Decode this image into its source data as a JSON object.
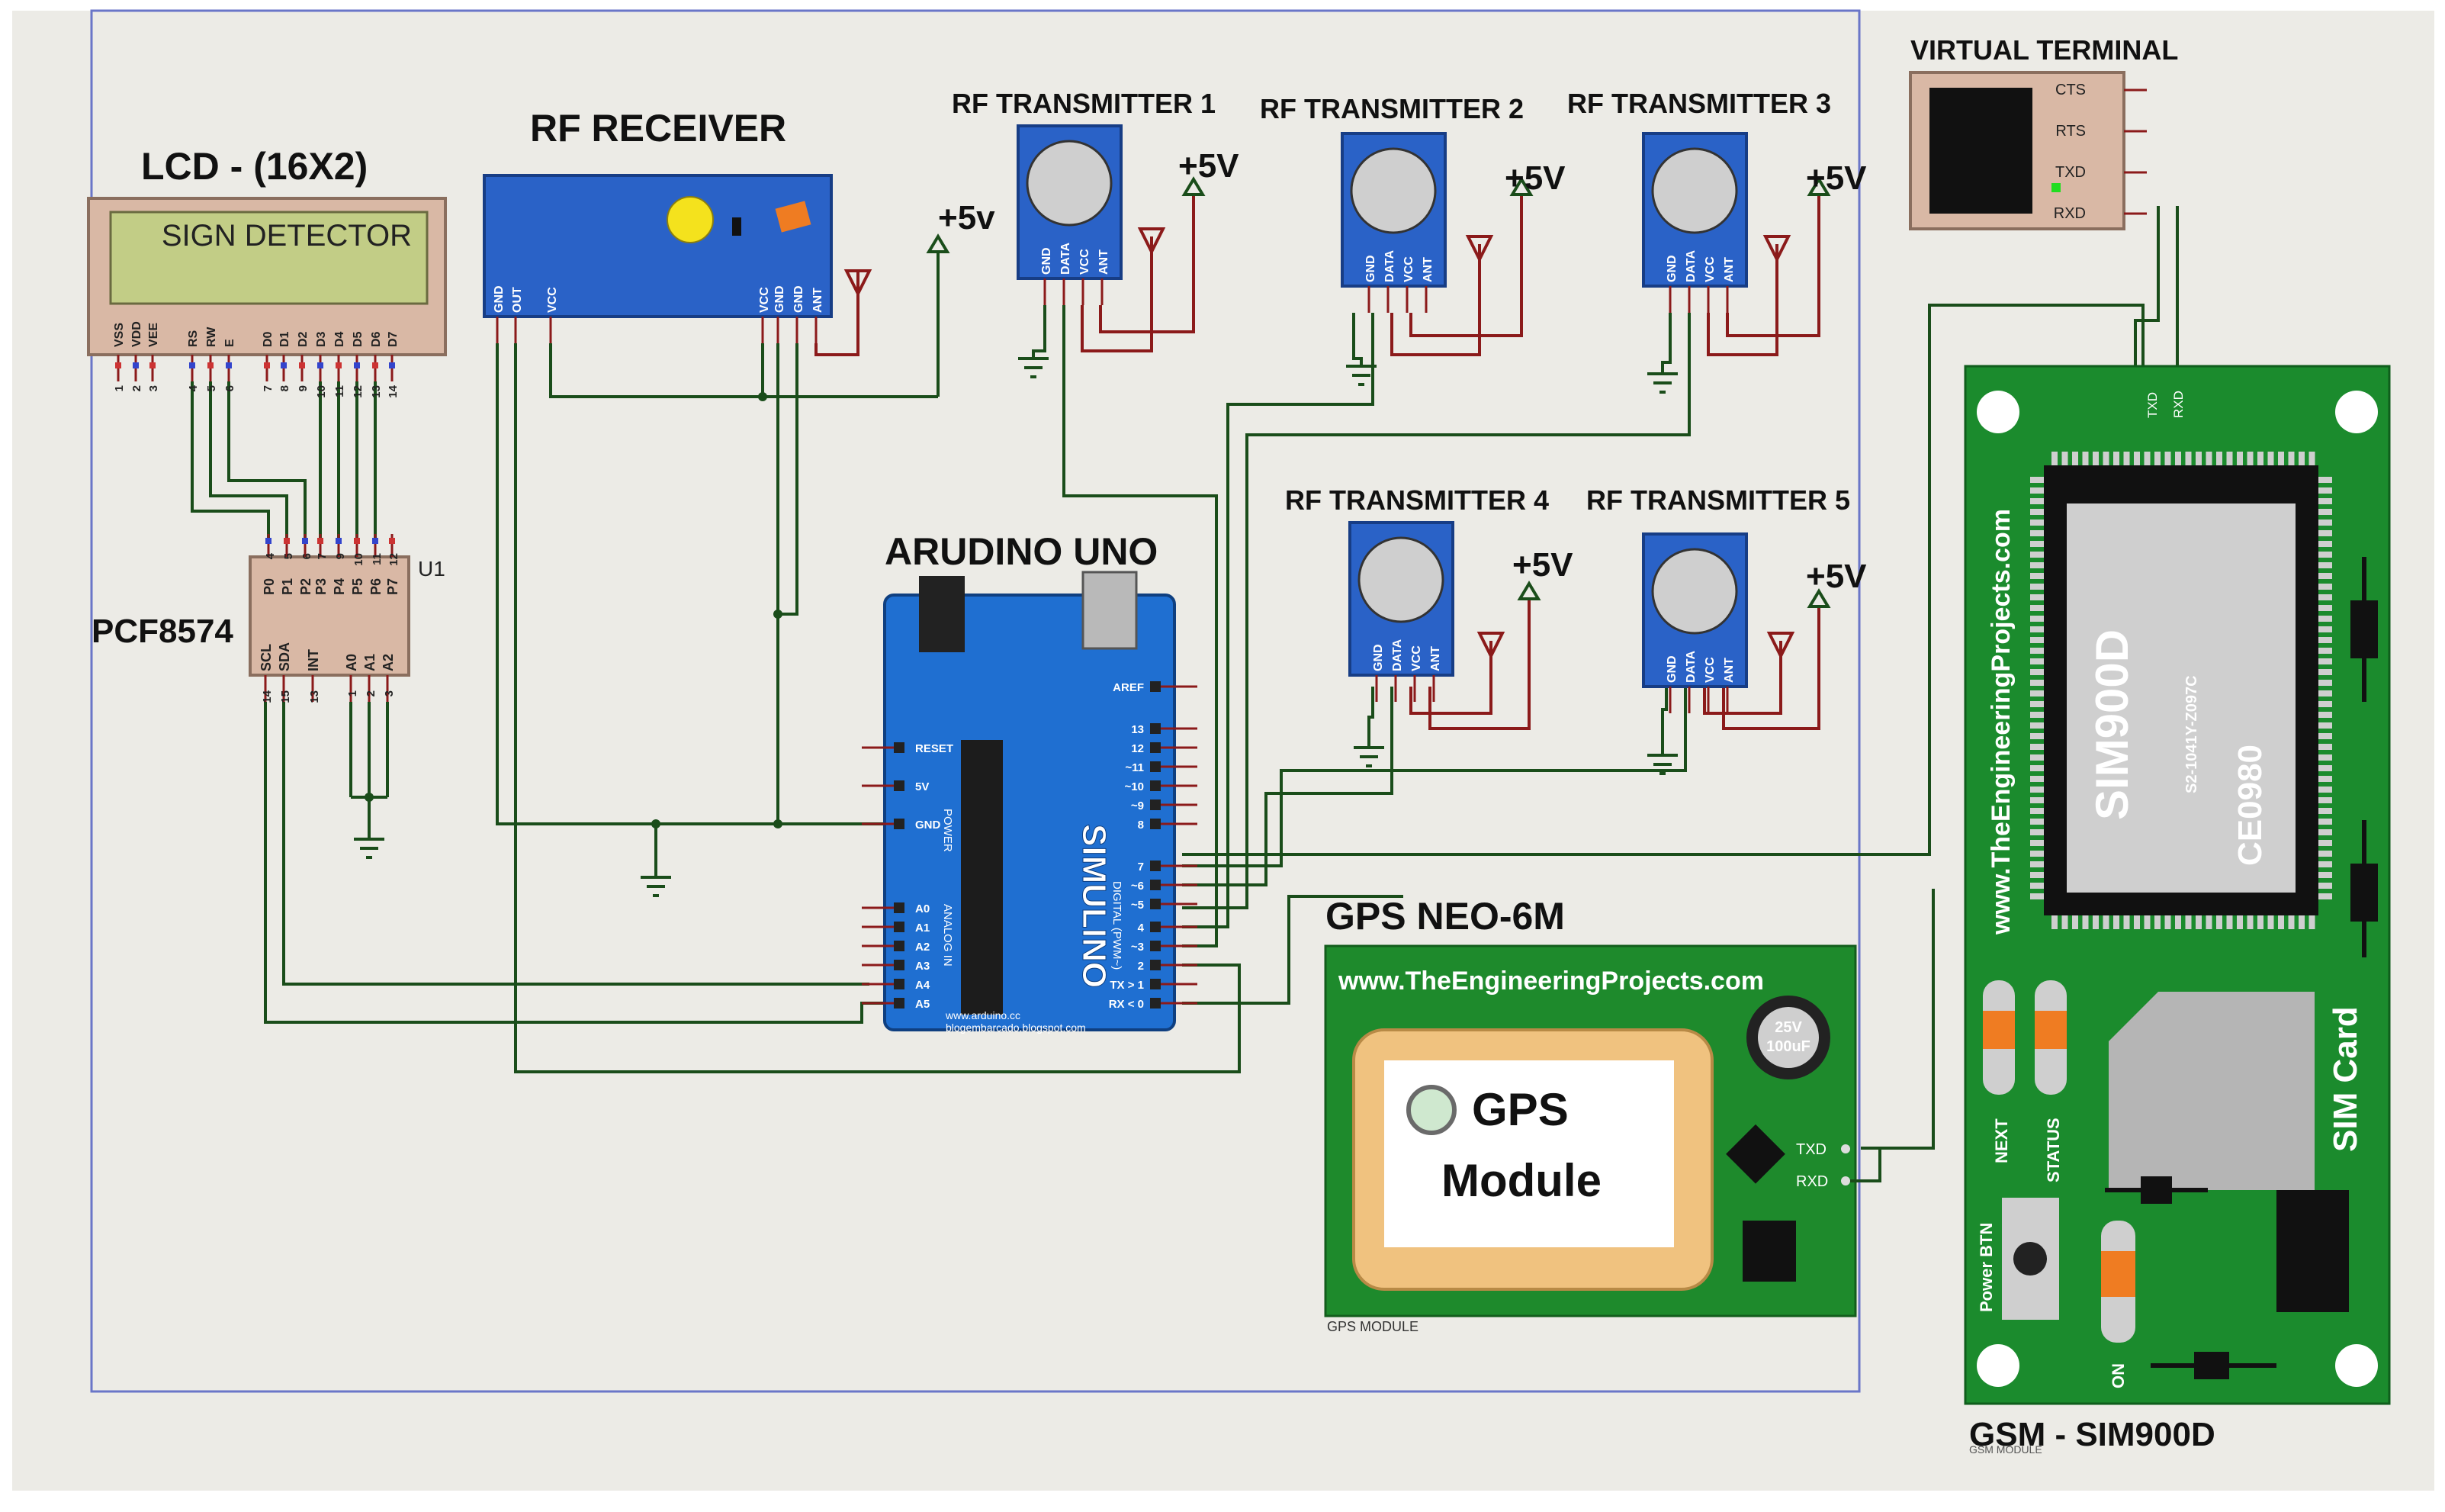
{
  "labels": {
    "lcd": "LCD - (16X2)",
    "rf_receiver": "RF RECEIVER",
    "tx1": "RF TRANSMITTER 1",
    "tx2": "RF TRANSMITTER 2",
    "tx3": "RF TRANSMITTER 3",
    "tx4": "RF TRANSMITTER 4",
    "tx5": "RF TRANSMITTER 5",
    "virtual_terminal": "VIRTUAL TERMINAL",
    "arduino": "ARUDINO UNO",
    "pcf": "PCF8574",
    "u1": "U1",
    "gps": "GPS NEO-6M",
    "gps_small": "GPS MODULE",
    "gsm": "GSM - SIM900D",
    "plus5v_lower": "+5v",
    "plus5v": "+5V"
  },
  "lcd": {
    "display_text": "SIGN DETECTOR",
    "pins": [
      "VSS",
      "VDD",
      "VEE",
      "RS",
      "RW",
      "E",
      "D0",
      "D1",
      "D2",
      "D3",
      "D4",
      "D5",
      "D6",
      "D7"
    ],
    "pin_numbers": [
      "1",
      "2",
      "3",
      "4",
      "5",
      "6",
      "7",
      "8",
      "9",
      "10",
      "11",
      "12",
      "13",
      "14"
    ]
  },
  "receiver_pins_left": [
    "GND",
    "OUT",
    "VCC"
  ],
  "receiver_pins_right": [
    "VCC",
    "GND",
    "GND",
    "ANT"
  ],
  "transmitter_pins": [
    "GND",
    "DATA",
    "VCC",
    "ANT"
  ],
  "terminal_pins": [
    "CTS",
    "RTS",
    "TXD",
    "RXD"
  ],
  "pcf_top_pins": [
    "P0",
    "P1",
    "P2",
    "P3",
    "P4",
    "P5",
    "P6",
    "P7"
  ],
  "pcf_top_numbers": [
    "4",
    "5",
    "6",
    "7",
    "9",
    "10",
    "11",
    "12"
  ],
  "pcf_bottom_pins": [
    "SCL",
    "SDA",
    "INT",
    "A0",
    "A1",
    "A2"
  ],
  "pcf_bottom_numbers": [
    "14",
    "15",
    "13",
    "1",
    "2",
    "3"
  ],
  "arduino": {
    "brand": "SIMULINO",
    "left_pins": [
      "RESET",
      "5V",
      "GND",
      "A0",
      "A1",
      "A2",
      "A3",
      "A4",
      "A5"
    ],
    "right_pins": [
      "AREF",
      "13",
      "12",
      "~11",
      "~10",
      "~9",
      "8",
      "7",
      "~6",
      "~5",
      "4",
      "~3",
      "2",
      "TX > 1",
      "RX < 0"
    ],
    "left_section": "POWER",
    "analog_section": "ANALOG IN",
    "digital_section": "DIGITAL (PWM~)",
    "url": "www.arduino.cc",
    "blog": "blogembarcado.blogspot.com"
  },
  "gps_module": {
    "site": "www.TheEngineeringProjects.com",
    "title_line1": "GPS",
    "title_line2": "Module",
    "cap_line1": "25V",
    "cap_line2": "100uF",
    "pins": [
      "TXD",
      "RXD"
    ]
  },
  "gsm_module": {
    "site": "www.TheEngineeringProjects.com",
    "chip_model": "SIM900D",
    "chip_code": "S2-1041Y-Z097C",
    "chip_mark": "CE0980",
    "sim_label": "SIM Card",
    "next_label": "NEXT",
    "status_label": "STATUS",
    "power_label": "Power BTN",
    "on_label": "ON",
    "pins": [
      "TXD",
      "RXD"
    ],
    "small_label": "GSM MODULE"
  },
  "colors": {
    "wire": "#1a4d1a",
    "pin_red": "#b22222",
    "lcd_frame": "#d9b8a5",
    "lcd_screen": "#c2cd86",
    "receiver_blue": "#2a62c7",
    "arduino_blue": "#1f6fd1",
    "gps_green": "#1e8a2c",
    "gsm_green": "#1b8b2d",
    "frame_border": "#6a76c8"
  }
}
